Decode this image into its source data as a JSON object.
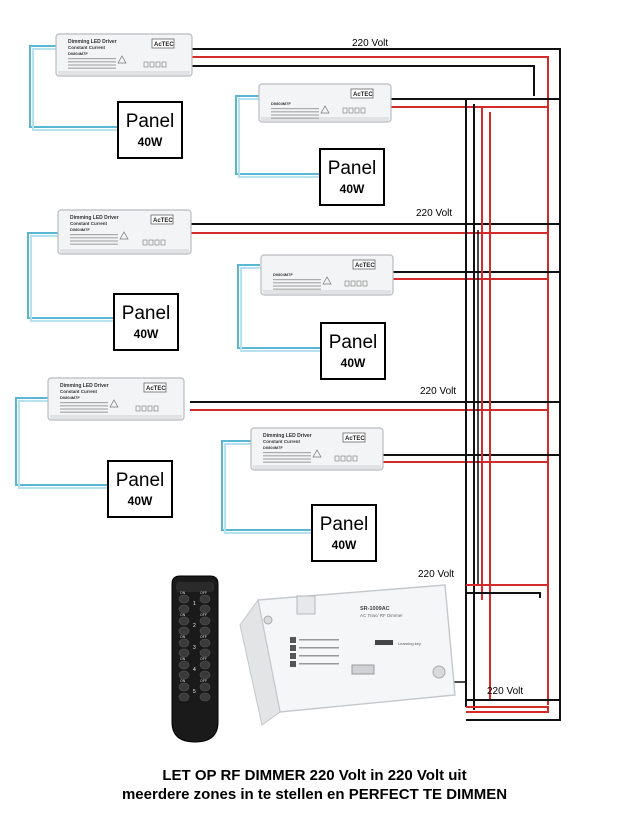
{
  "drivers": [
    {
      "title": "Dimming LED Driver",
      "subtitle": "Constant Current",
      "model": "D0804M7F",
      "brand": "AcTEC"
    },
    {
      "title": "",
      "subtitle": "",
      "model": "D0804M7F",
      "brand": "AcTEC"
    },
    {
      "title": "Dimming LED Driver",
      "subtitle": "Constant Current",
      "model": "D0804M7F",
      "brand": "AcTEC"
    },
    {
      "title": "",
      "subtitle": "",
      "model": "D0804M7F",
      "brand": "AcTEC"
    },
    {
      "title": "Dimming LED Driver",
      "subtitle": "Constant Current",
      "model": "D0804M7F",
      "brand": "AcTEC"
    },
    {
      "title": "Dimming LED Driver",
      "subtitle": "Constant Current",
      "model": "D0804M7F",
      "brand": "AcTEC"
    }
  ],
  "panels": [
    {
      "label": "Panel",
      "watt": "40W"
    },
    {
      "label": "Panel",
      "watt": "40W"
    },
    {
      "label": "Panel",
      "watt": "40W"
    },
    {
      "label": "Panel",
      "watt": "40W"
    },
    {
      "label": "Panel",
      "watt": "40W"
    },
    {
      "label": "Panel",
      "watt": "40W"
    }
  ],
  "voltage_labels": [
    "220 Volt",
    "220 Volt",
    "220 Volt",
    "220 Volt",
    "220 Volt"
  ],
  "remote": {
    "on": "ON",
    "off": "OFF",
    "zones": [
      "1",
      "2",
      "3",
      "4",
      "5"
    ]
  },
  "receiver": {
    "model": "SR-1009AC",
    "subtitle": "AC Triac/ RF Dimmer",
    "learning_key": "Learning key"
  },
  "footer": {
    "line1": "LET OP RF DIMMER 220 Volt in 220 Volt uit",
    "line2": "meerdere zones in te stellen en PERFECT TE DIMMEN"
  },
  "colors": {
    "live": "#d42a2a",
    "neutral": "#111111",
    "signal": "#5ab7d3",
    "signal_light": "#b6e2ef"
  }
}
